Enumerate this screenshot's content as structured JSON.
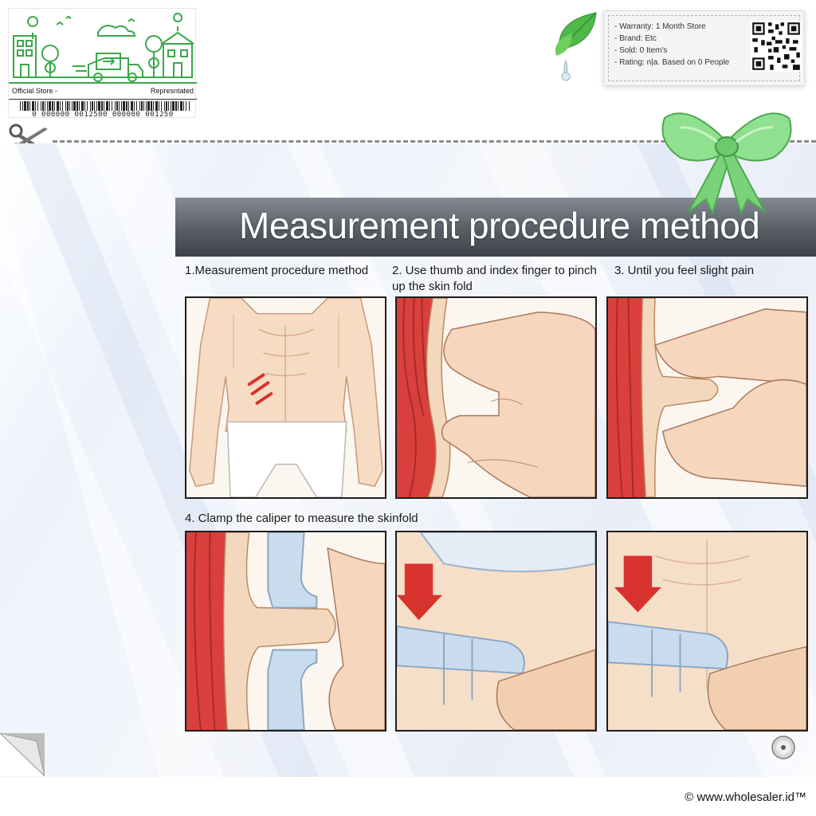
{
  "store": {
    "label_left": "Official Store -",
    "label_right": "Represntated",
    "barcode_digits": "0 000000 0012500 000000 001250",
    "accent": "#3aa84a"
  },
  "info": {
    "warranty": "- Warranty: 1 Month Store",
    "brand": "- Brand: Etc",
    "sold": "- Sold: 0 Item's",
    "rating": "- Rating: n|a. Based on 0 People"
  },
  "icons": {
    "scissors": "scissors-icon",
    "leaf": "leaf-icon",
    "bow": "bow-icon",
    "qr": "qr-code-icon",
    "corner": "page-curl-icon",
    "disc": "disc-icon"
  },
  "main": {
    "title": "Measurement procedure method",
    "steps": [
      {
        "label": "1.Measurement procedure method"
      },
      {
        "label": "2. Use thumb and index finger to pinch up the skin fold"
      },
      {
        "label": "3. Until you feel slight pain"
      },
      {
        "label": "4. Clamp the caliper to measure the skinfold"
      }
    ]
  },
  "footer": {
    "copyright": "© www.wholesaler.id™"
  },
  "colors": {
    "title_bar": "#5c6169",
    "muscle": "#d9403c",
    "skin": "#f3d8bd",
    "caliper": "#bcd4ea"
  }
}
